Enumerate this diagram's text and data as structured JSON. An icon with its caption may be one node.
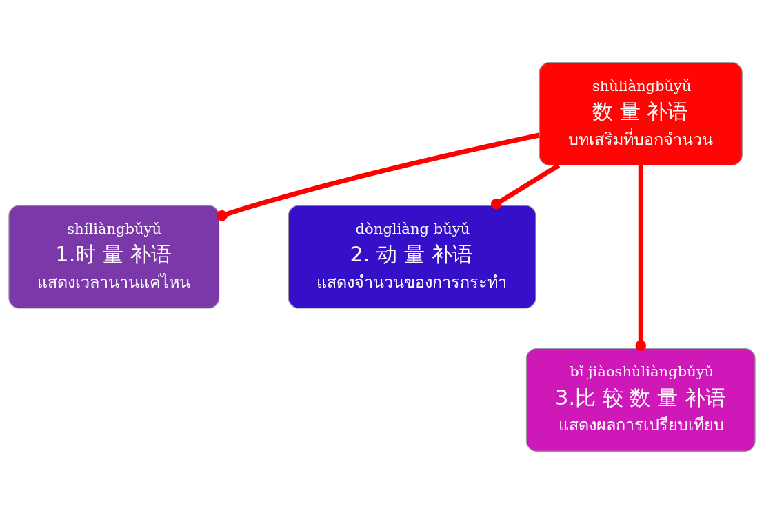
{
  "diagram": {
    "nodes": [
      {
        "text": [
          "shùliàngbǔyǔ",
          "数 量 补语",
          "บทเสริมที่บอกจำนวน"
        ]
      },
      {
        "text": [
          "shíliàngbǔyǔ",
          "1.时 量 补语",
          "แสดงเวลานานแค่ไหน"
        ]
      },
      {
        "text": [
          "dòngliàng bǔyǔ",
          "2. 动 量 补语",
          "แสดงจำนวนของการกระทำ"
        ]
      },
      {
        "text": [
          "bǐ jiàoshùliàngbǔyǔ",
          "3.比 较 数 量 补语",
          "แสดงผลการเปรียบเทียบ"
        ]
      }
    ],
    "edges": [
      {
        "from": 0,
        "to": 1,
        "arrow": "other"
      },
      {
        "from": 0,
        "to": 3,
        "arrow": "other"
      },
      {
        "from": 0,
        "to": 2,
        "arrow": "other"
      }
    ]
  }
}
